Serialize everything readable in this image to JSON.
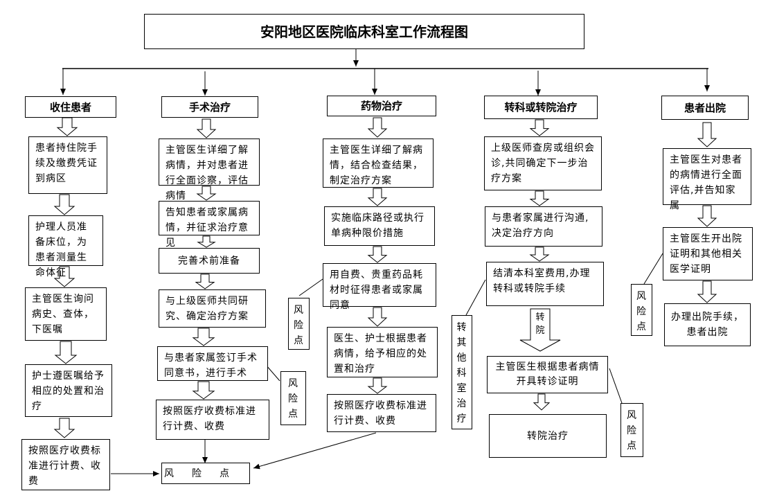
{
  "title": "安阳地区医院临床科室工作流程图",
  "columns": [
    {
      "header": "收住患者",
      "steps": [
        "患者持住院手续及缴费凭证到病区",
        "护理人员准备床位，为患者测量生命体征",
        "主管医生询问病史、查体，下医嘱",
        "护士遵医嘱给予相应的处置和治疗",
        "按照医疗收费标准进行计费、收费"
      ]
    },
    {
      "header": "手术治疗",
      "steps": [
        "主管医生详细了解病情，并对患者进行全面诊察，评估病情",
        "告知患者或家属病情，并征求治疗意见",
        "完善术前准备",
        "与上级医师共同研究、确定治疗方案",
        "与患者家属签订手术同意书，进行手术",
        "按照医疗收费标准进行计费、收费"
      ]
    },
    {
      "header": "药物治疗",
      "steps": [
        "主管医生详细了解病情，结合检查结果，制定治疗方案",
        "实施临床路径或执行单病种限价措施",
        "用自费、贵重药品耗材时征得患者或家属同意",
        "医生、护士根据患者病情，给予相应的处置和治疗",
        "按照医疗收费标准进行计费、收费"
      ]
    },
    {
      "header": "转科或转院治疗",
      "steps": [
        "上级医师查房或组织会诊,共同确定下一步治疗方案",
        "与患者家属进行沟通,决定治疗方向",
        "结清本科室费用,办理转科或转院手续",
        "主管医生根据患者病情开具转诊证明",
        "转院治疗"
      ],
      "branch_arrow_label": [
        "转",
        "院"
      ],
      "side_box": [
        "转",
        "其",
        "他",
        "科",
        "室",
        "治",
        "疗"
      ]
    },
    {
      "header": "患者出院",
      "steps": [
        "主管医生对患者的病情进行全面评估,并告知家属",
        "主管医生开出院证明和其他相关医学证明",
        "办理出院手续，患者出院"
      ]
    }
  ],
  "risk_point": {
    "label": "风险点",
    "chars": [
      "风",
      "险",
      "点"
    ],
    "bottom_label": [
      "风",
      "险",
      "点"
    ]
  },
  "colors": {
    "line": "#000000",
    "box_border": "#000000",
    "background": "#ffffff"
  }
}
